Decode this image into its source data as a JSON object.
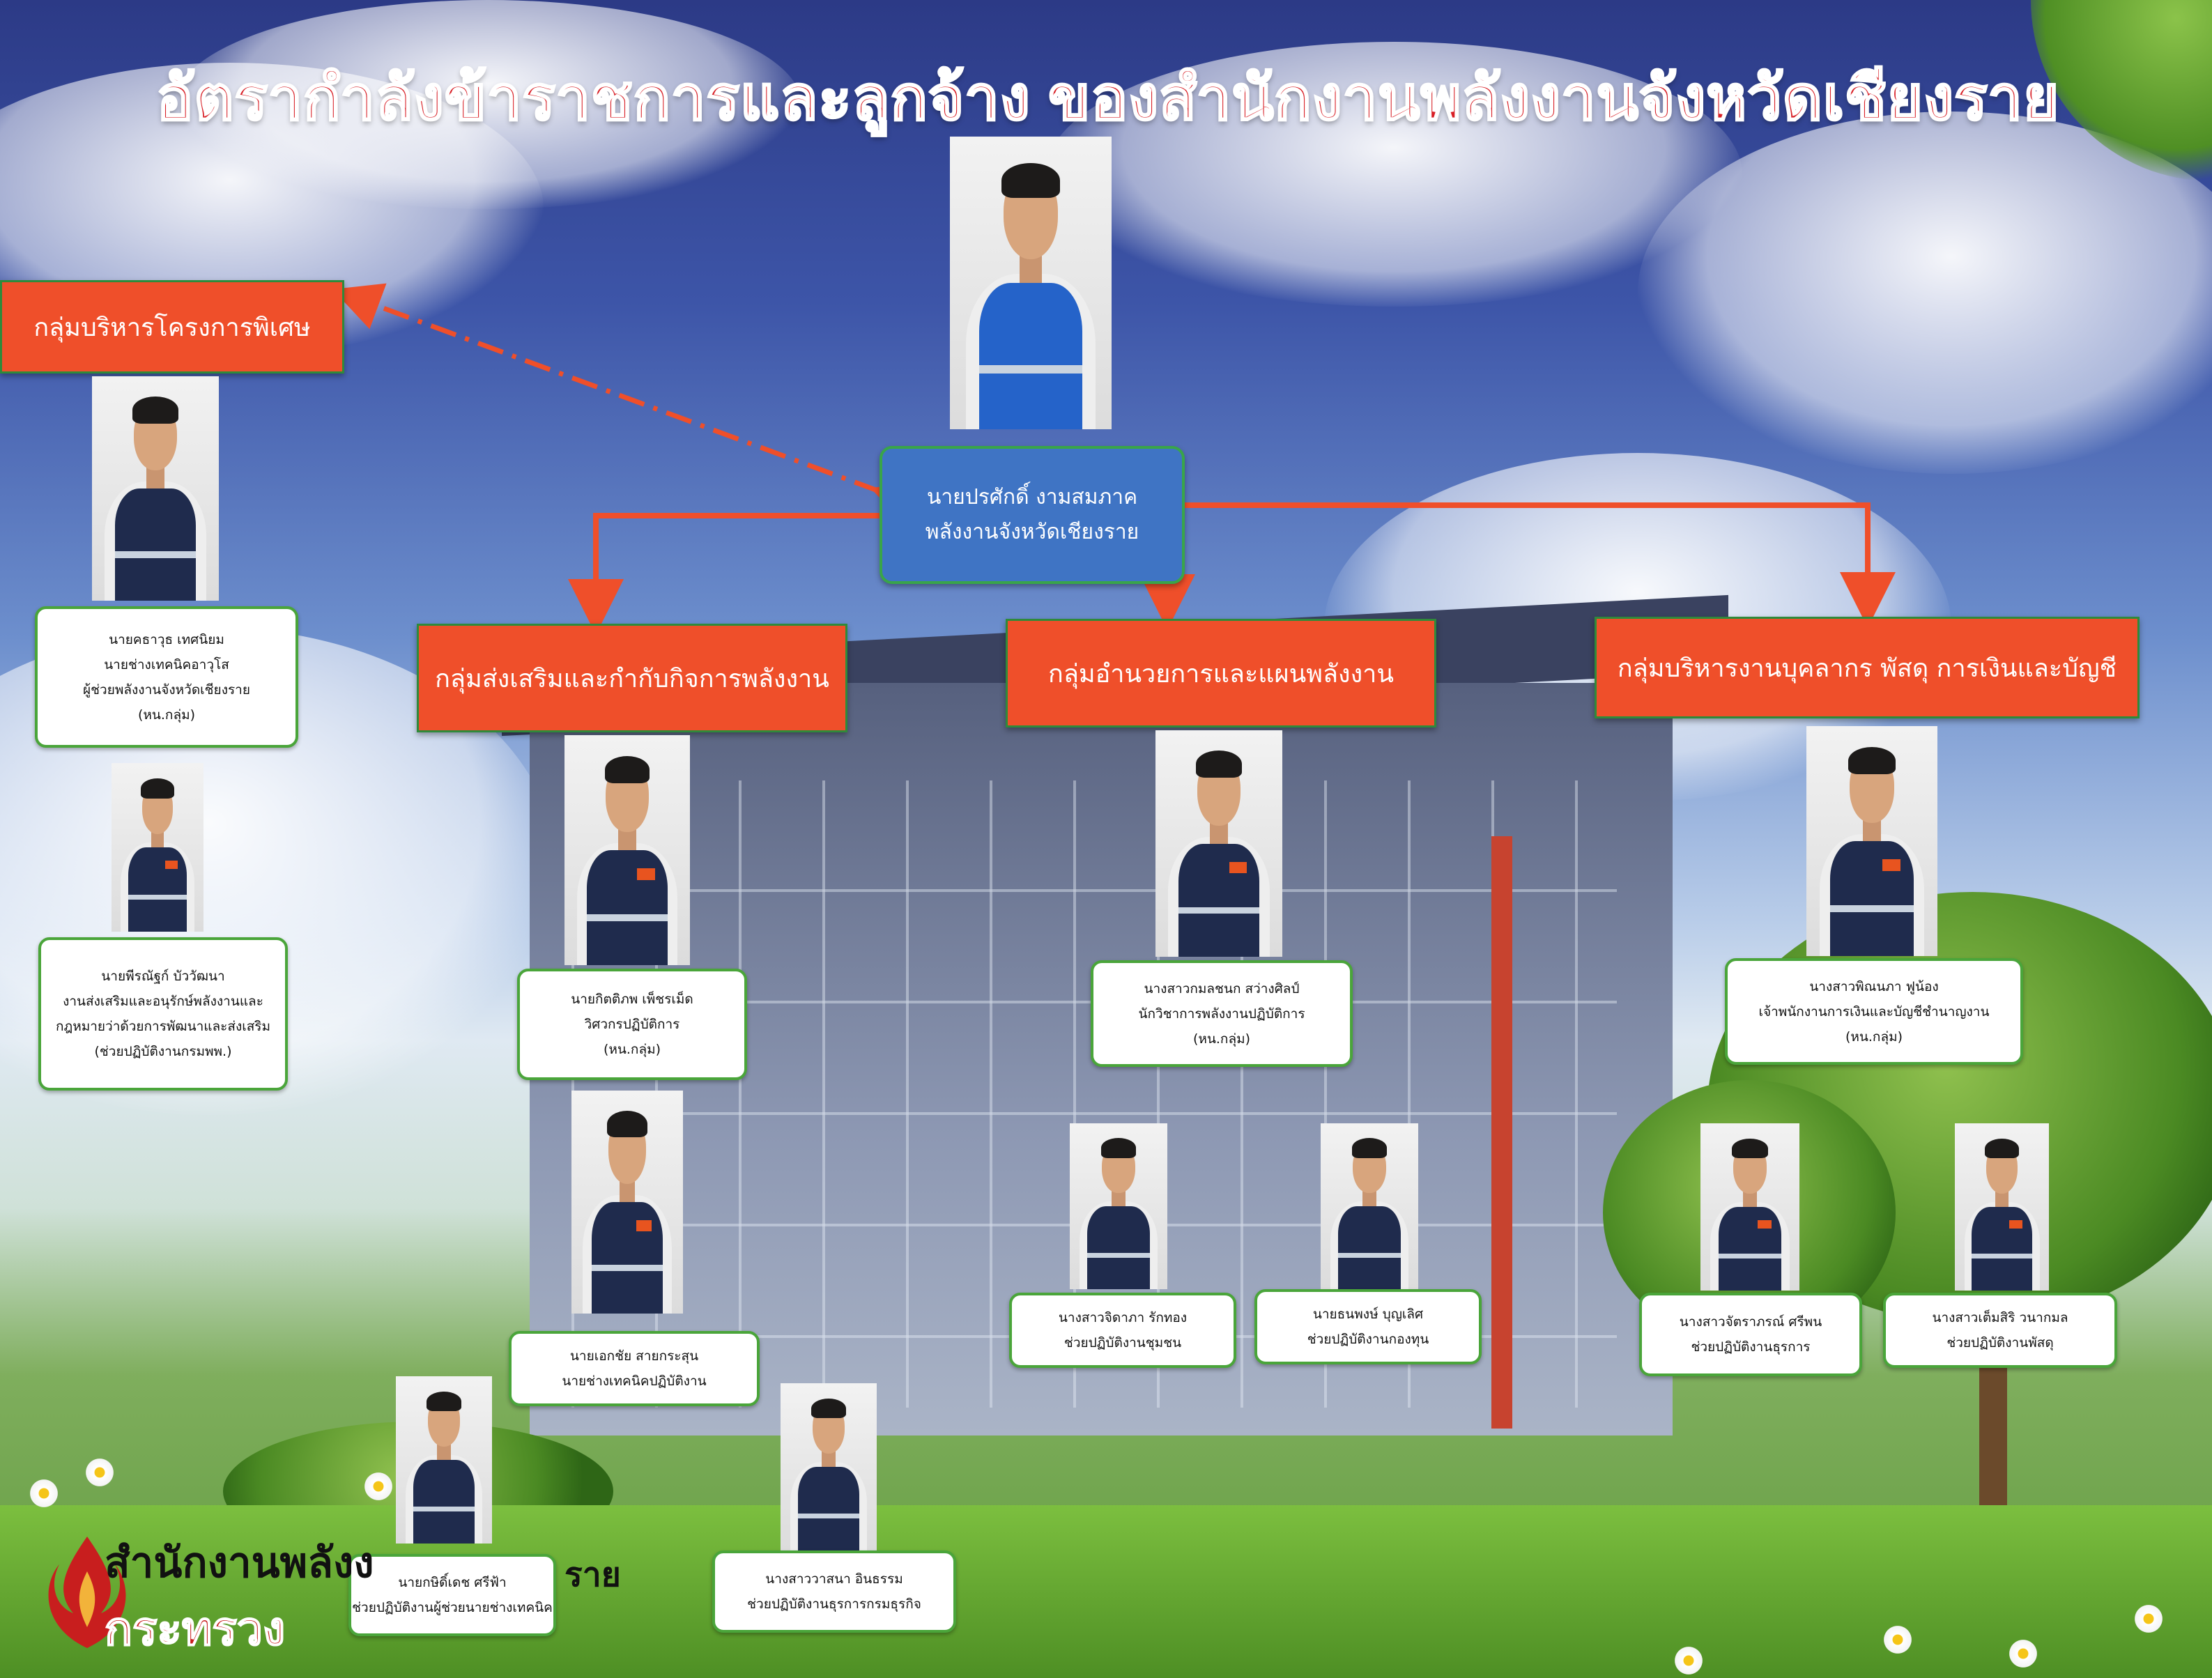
{
  "title": "อัตรากำลังข้าราชการและลูกจ้าง  ของสำนักงานพลังงานจังหวัดเชียงราย",
  "colors": {
    "title": "#d81f26",
    "group_box": "#ef4f2a",
    "head_box": "#3f74c4",
    "box_border": "#4aa53a",
    "connector": "#ef4f2a"
  },
  "head": {
    "name": "นายปรศักดิ์ งามสมภาค",
    "position": "พลังงานจังหวัดเชียงราย"
  },
  "groups": {
    "special": "กลุ่มบริหารโครงการพิเศษ",
    "promote": "กลุ่มส่งเสริมและกำกับกิจการพลังงาน",
    "admin": "กลุ่มอำนวยการและแผนพลังงาน",
    "hr": "กลุ่มบริหารงานบุคลากร พัสดุ การเงินและบัญชี"
  },
  "staff": {
    "special_1": {
      "line1": "นายคธาวุธ เทศนิยม",
      "line2": "นายช่างเทคนิคอาวุโส",
      "line3": "ผู้ช่วยพลังงานจังหวัดเชียงราย",
      "line4": "(หน.กลุ่ม)"
    },
    "special_2": {
      "line1": "นายพีรณัฐก์ บัววัฒนา",
      "line2": "งานส่งเสริมและอนุรักษ์พลังงานและ",
      "line3": "กฎหมายว่าด้วยการพัฒนาและส่งเสริม",
      "line4": "(ช่วยปฏิบัติงานกรมพพ.)"
    },
    "promote_1": {
      "line1": "นายกิตติภพ เพ็ชรเม็ด",
      "line2": "วิศวกรปฏิบัติการ",
      "line3": "(หน.กลุ่ม)"
    },
    "promote_2": {
      "line1": "นายเอกชัย สายกระสุน",
      "line2": "นายช่างเทคนิคปฏิบัติงาน"
    },
    "promote_3": {
      "line1": "นายกษิดิ์เดช ศรีฟ้า",
      "line2": "ช่วยปฏิบัติงานผู้ช่วยนายช่างเทคนิค"
    },
    "promote_4": {
      "line1": "นางสาววาสนา อินธรรม",
      "line2": "ช่วยปฏิบัติงานธุรการกรมธุรกิจ"
    },
    "admin_1": {
      "line1": "นางสาวกมลชนก สว่างศิลป์",
      "line2": "นักวิชาการพลังงานปฏิบัติการ",
      "line3": "(หน.กลุ่ม)"
    },
    "admin_2": {
      "line1": "นางสาวจิดาภา รักทอง",
      "line2": "ช่วยปฏิบัติงานชุมชน"
    },
    "admin_3": {
      "line1": "นายธนพงษ์ บุญเลิศ",
      "line2": "ช่วยปฏิบัติงานกองทุน"
    },
    "hr_1": {
      "line1": "นางสาวพิณนภา ฟูน้อง",
      "line2": "เจ้าพนักงานการเงินและบัญชีชำนาญงาน",
      "line3": "(หน.กลุ่ม)"
    },
    "hr_2": {
      "line1": "นางสาวจัตราภรณ์ ศรีพน",
      "line2": "ช่วยปฏิบัติงานธุรการ"
    },
    "hr_3": {
      "line1": "นางสาวเต็มสิริ วนากมล",
      "line2": "ช่วยปฏิบัติงานพัสดุ"
    }
  },
  "footer": {
    "logo_line1": "สำนักงานพลังง",
    "logo_line1_tail": "ราย",
    "logo_line2": "กระทรวง"
  }
}
